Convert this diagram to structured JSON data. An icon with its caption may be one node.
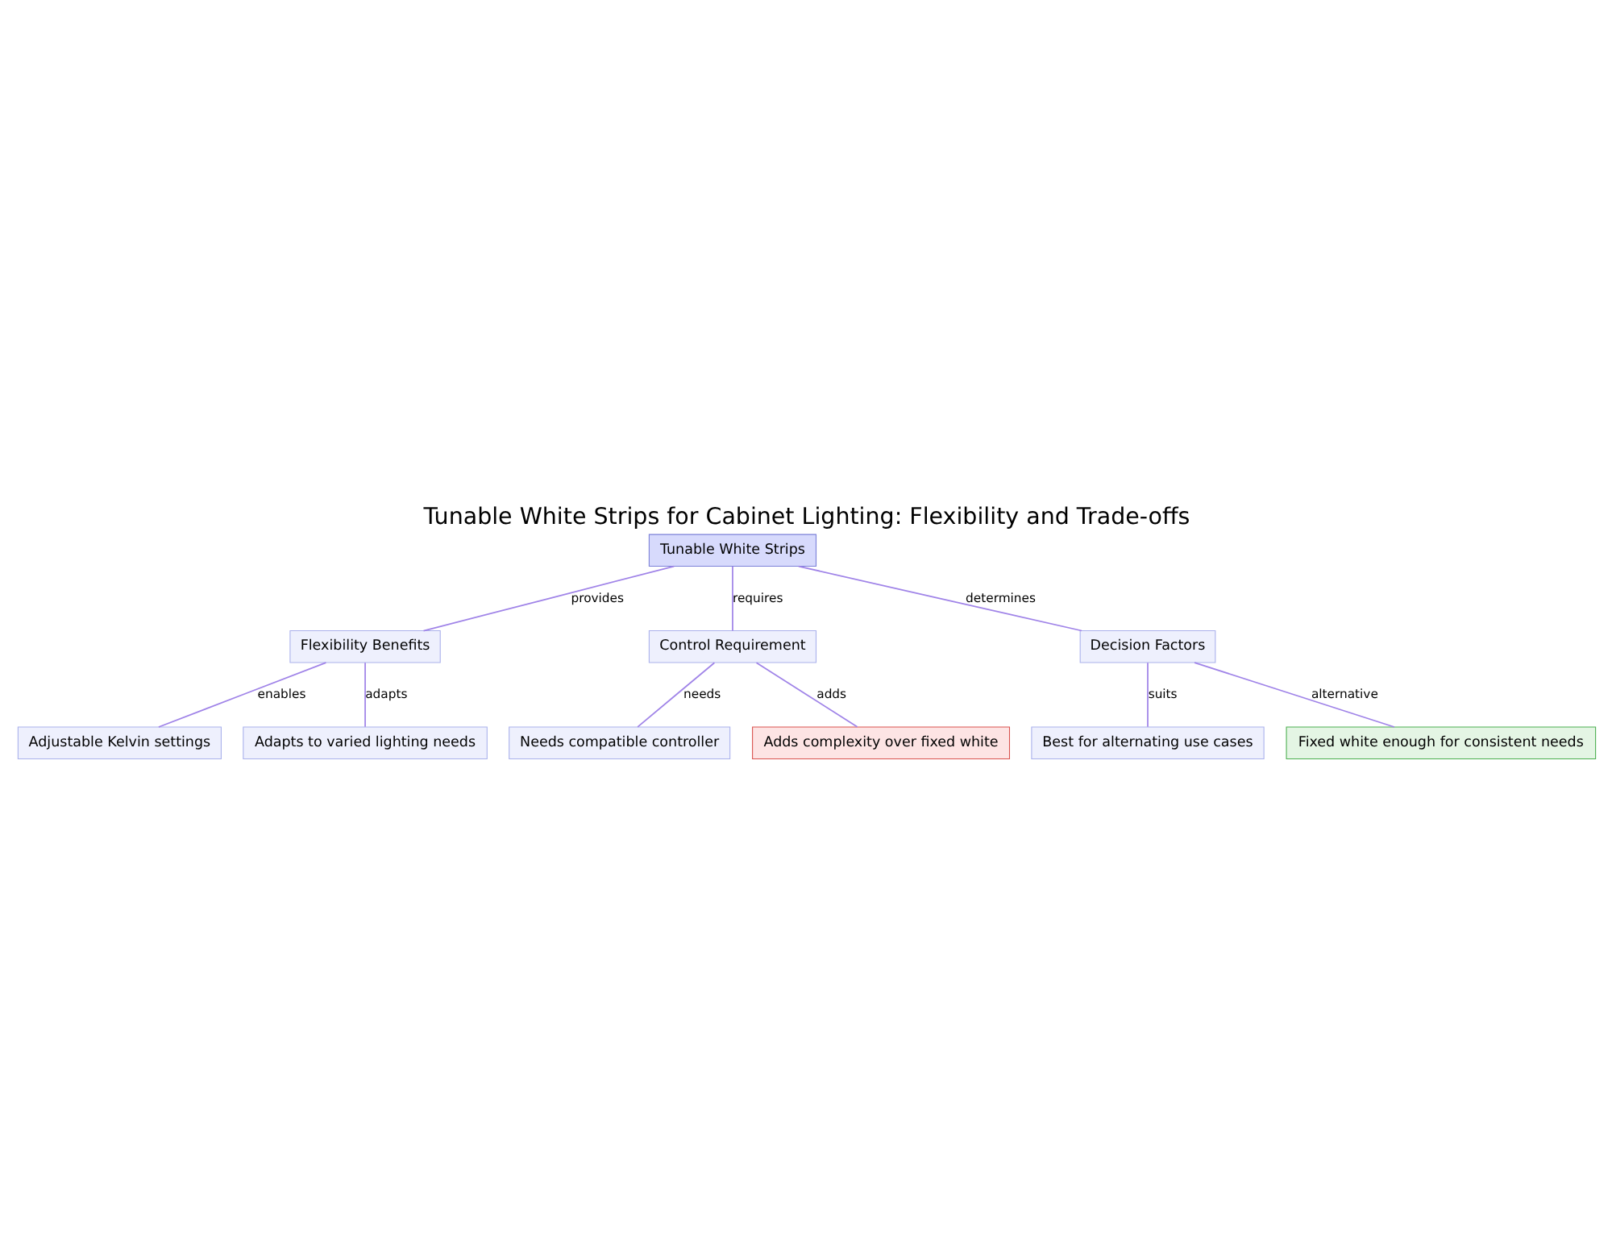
{
  "diagram": {
    "title": "Tunable White Strips for Cabinet Lighting: Flexibility and Trade-offs",
    "nodes": [
      {
        "text": [
          "Tunable White Strips"
        ]
      },
      {
        "text": [
          "Flexibility Benefits"
        ]
      },
      {
        "text": [
          "Control Requirement"
        ]
      },
      {
        "text": [
          "Decision Factors"
        ]
      },
      {
        "text": [
          "Adjustable Kelvin settings"
        ]
      },
      {
        "text": [
          "Adapts to varied lighting needs"
        ]
      },
      {
        "text": [
          "Needs compatible controller"
        ]
      },
      {
        "text": [
          "Adds complexity over fixed white"
        ]
      },
      {
        "text": [
          "Best for alternating use cases"
        ]
      },
      {
        "text": [
          "Fixed white enough for consistent needs"
        ]
      }
    ],
    "edges": [
      {
        "from": 0,
        "to": 1,
        "arrow": "none",
        "label": "provides"
      },
      {
        "from": 0,
        "to": 2,
        "arrow": "none",
        "label": "requires"
      },
      {
        "from": 0,
        "to": 3,
        "arrow": "none",
        "label": "determines"
      },
      {
        "from": 1,
        "to": 4,
        "arrow": "none",
        "label": "enables"
      },
      {
        "from": 1,
        "to": 5,
        "arrow": "none",
        "label": "adapts"
      },
      {
        "from": 2,
        "to": 6,
        "arrow": "none",
        "label": "needs"
      },
      {
        "from": 2,
        "to": 7,
        "arrow": "none",
        "label": "adds"
      },
      {
        "from": 3,
        "to": 8,
        "arrow": "none",
        "label": "suits"
      },
      {
        "from": 3,
        "to": 9,
        "arrow": "none",
        "label": "alternative"
      }
    ]
  }
}
